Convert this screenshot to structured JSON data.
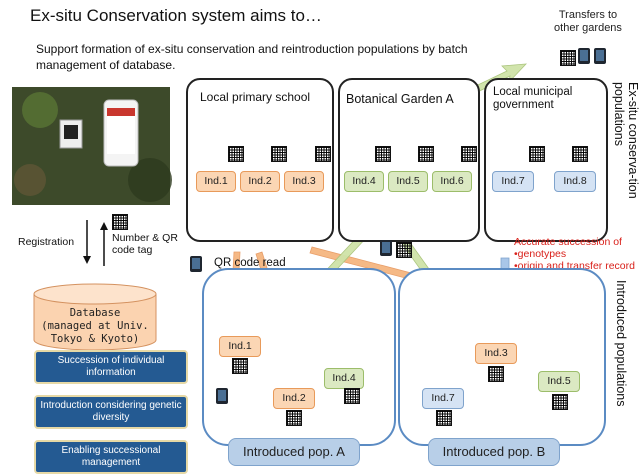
{
  "header": {
    "title": "Ex-situ Conservation system aims to…",
    "subtitle": "Support formation of ex-situ conservation and reintroduction populations by batch management of database."
  },
  "transfers_label": "Transfers to other gardens",
  "ex_situ_label": "Ex-situ conserva-tion populations",
  "introduced_label": "Introduced populations",
  "groups": [
    {
      "label": "Local primary school"
    },
    {
      "label": "Botanical Garden A"
    },
    {
      "label": "Local municipal government"
    }
  ],
  "individuals": {
    "ind1": "Ind.1",
    "ind2": "Ind.2",
    "ind3": "Ind.3",
    "ind4": "Ind.4",
    "ind5": "Ind.5",
    "ind6": "Ind.6",
    "ind7": "Ind.7",
    "ind8": "Ind.8"
  },
  "photo_note": "",
  "registration": "Registration",
  "tag_label": "Number & QR code tag",
  "qr_read": "QR code read",
  "database": {
    "title": "Database",
    "line2": "(managed at Univ.",
    "line3": "Tokyo & Kyoto)"
  },
  "features": [
    "Succession of individual information",
    "Introduction considering genetic diversity",
    "Enabling successional management"
  ],
  "succession": {
    "title": "Accurate succession of",
    "item1": "•genotypes",
    "item2": "•origin and transfer record"
  },
  "populations": {
    "a": "Introduced pop. A",
    "b": "Introduced pop. B"
  },
  "colors": {
    "orange_arrow": "#f5b27a",
    "green_arrow": "#cfe3a8",
    "blue_arrow": "#a9c6e8",
    "flower": "#5c4f9c",
    "pot": "#8a5a32",
    "feature_bg": "#245a92"
  },
  "icons": [
    "qr-code-icon",
    "tablet-icon",
    "flower-icon",
    "potted-flower-icon",
    "smartphone-icon"
  ]
}
